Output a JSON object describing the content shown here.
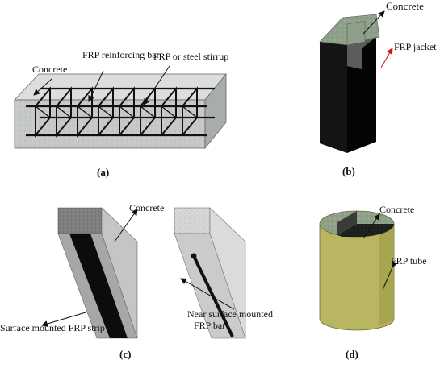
{
  "panels": {
    "a": {
      "caption": "(a)",
      "labels": {
        "concrete": "Concrete",
        "frp_bar": "FRP reinforcing bar",
        "stirrup": "FRP or steel stirrup"
      }
    },
    "b": {
      "caption": "(b)",
      "labels": {
        "concrete": "Concrete",
        "jacket": "FRP jacket"
      }
    },
    "c": {
      "caption": "(c)",
      "labels": {
        "concrete": "Concrete",
        "strip": "Surface mounted FRP strip",
        "nsm_line1": "Near surface mounted",
        "nsm_line2": "FRP bar"
      }
    },
    "d": {
      "caption": "(d)",
      "labels": {
        "concrete": "Concrete",
        "tube": "FRP tube"
      }
    }
  },
  "colors": {
    "concrete": "#c9ccc9",
    "concrete_dark": "#9ea29e",
    "jacket": "#111111",
    "tube": "#b5b35c",
    "tube_dark": "#8e8c40",
    "red_arrow": "#d01010"
  }
}
